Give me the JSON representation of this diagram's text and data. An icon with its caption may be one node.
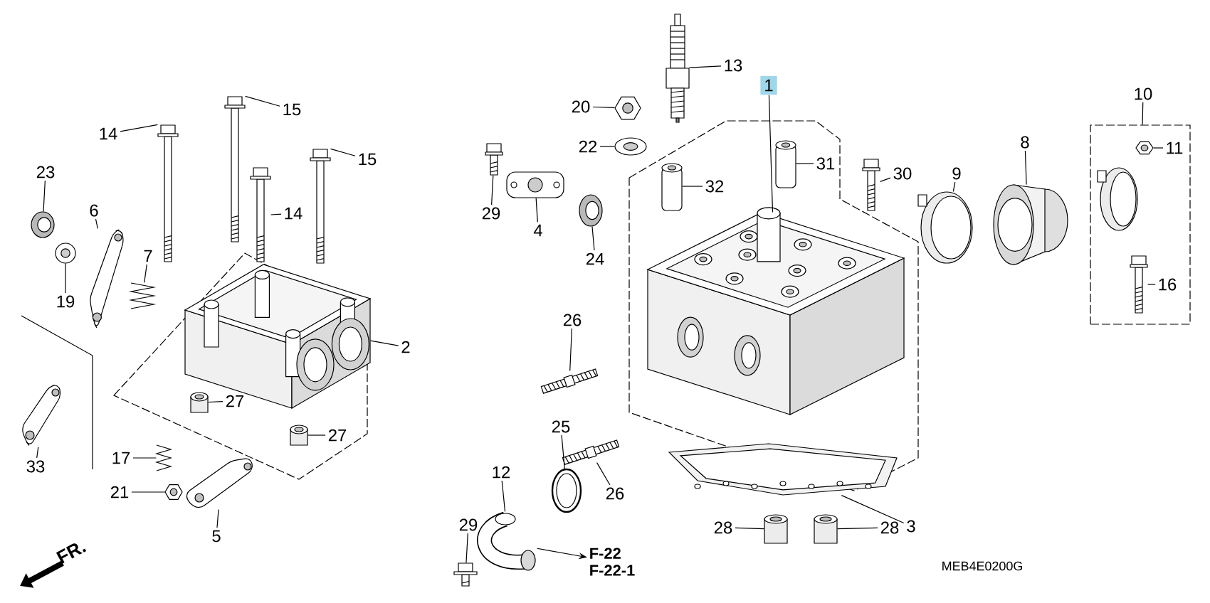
{
  "diagram": {
    "nodes": [
      {
        "text": [
          "13"
        ]
      },
      {
        "text": [],
        "shape": "picture"
      },
      {
        "text": [
          "1"
        ]
      },
      {
        "text": [],
        "shape": "picture"
      },
      {
        "text": [
          "20"
        ]
      },
      {
        "text": [],
        "shape": "picture"
      },
      {
        "text": [
          "22"
        ]
      },
      {
        "text": [],
        "shape": "picture"
      },
      {
        "text": [
          "29"
        ]
      },
      {
        "text": [],
        "shape": "picture"
      },
      {
        "text": [
          "4"
        ]
      },
      {
        "text": [],
        "shape": "picture"
      },
      {
        "text": [
          "24"
        ]
      },
      {
        "text": [],
        "shape": "picture"
      },
      {
        "text": [
          "31"
        ]
      },
      {
        "text": [],
        "shape": "cylinder"
      },
      {
        "text": [
          "32"
        ]
      },
      {
        "text": [],
        "shape": "cylinder"
      },
      {
        "text": [
          "30"
        ]
      },
      {
        "text": [],
        "shape": "picture"
      },
      {
        "text": [
          "9"
        ]
      },
      {
        "text": [],
        "shape": "picture"
      },
      {
        "text": [
          "8"
        ]
      },
      {
        "text": [],
        "shape": "picture"
      },
      {
        "text": [
          "10"
        ]
      },
      {
        "text": [],
        "shape": "box"
      },
      {
        "text": [
          "11"
        ],
        "in": 25
      },
      {
        "text": [],
        "shape": "picture",
        "in": 25
      },
      {
        "text": [
          "16"
        ],
        "in": 25
      },
      {
        "text": [],
        "shape": "picture",
        "in": 25
      },
      {
        "text": [
          "26"
        ]
      },
      {
        "text": [],
        "shape": "picture"
      },
      {
        "text": [
          "25"
        ]
      },
      {
        "text": [],
        "shape": "picture"
      },
      {
        "text": [
          "26"
        ]
      },
      {
        "text": [],
        "shape": "picture"
      },
      {
        "text": [
          "12"
        ]
      },
      {
        "text": [],
        "shape": "picture"
      },
      {
        "text": [
          "29"
        ]
      },
      {
        "text": [],
        "shape": "picture"
      },
      {
        "text": [
          "F-22",
          "F-22-1"
        ]
      },
      {
        "text": [
          "28"
        ]
      },
      {
        "text": [],
        "shape": "cylinder"
      },
      {
        "text": [
          "28"
        ]
      },
      {
        "text": [],
        "shape": "cylinder"
      },
      {
        "text": [
          "3"
        ]
      },
      {
        "text": [],
        "shape": "picture"
      },
      {
        "text": [
          "15"
        ]
      },
      {
        "text": [],
        "shape": "picture"
      },
      {
        "text": [
          "15"
        ]
      },
      {
        "text": [],
        "shape": "picture"
      },
      {
        "text": [
          "14"
        ]
      },
      {
        "text": [],
        "shape": "picture"
      },
      {
        "text": [
          "14"
        ]
      },
      {
        "text": [],
        "shape": "picture"
      },
      {
        "text": [
          "23"
        ]
      },
      {
        "text": [],
        "shape": "picture"
      },
      {
        "text": [
          "19"
        ]
      },
      {
        "text": [],
        "shape": "picture"
      },
      {
        "text": [
          "6"
        ]
      },
      {
        "text": [],
        "shape": "picture"
      },
      {
        "text": [
          "7"
        ]
      },
      {
        "text": [],
        "shape": "picture"
      },
      {
        "text": [
          "2"
        ]
      },
      {
        "text": [],
        "shape": "picture"
      },
      {
        "text": [
          "27"
        ]
      },
      {
        "text": [],
        "shape": "cylinder"
      },
      {
        "text": [
          "27"
        ]
      },
      {
        "text": [],
        "shape": "cylinder"
      },
      {
        "text": [
          "33"
        ]
      },
      {
        "text": [],
        "shape": "picture"
      },
      {
        "text": [
          "17"
        ]
      },
      {
        "text": [],
        "shape": "picture"
      },
      {
        "text": [
          "21"
        ]
      },
      {
        "text": [],
        "shape": "picture"
      },
      {
        "text": [
          "5"
        ]
      },
      {
        "text": [],
        "shape": "picture"
      }
    ],
    "edges": [
      {
        "from": 0,
        "to": 1,
        "arrow": "none"
      },
      {
        "from": 2,
        "to": 3,
        "arrow": "none"
      },
      {
        "from": 4,
        "to": 5,
        "arrow": "none"
      },
      {
        "from": 6,
        "to": 7,
        "arrow": "none"
      },
      {
        "from": 8,
        "to": 9,
        "arrow": "none"
      },
      {
        "from": 10,
        "to": 11,
        "arrow": "none"
      },
      {
        "from": 12,
        "to": 13,
        "arrow": "none"
      },
      {
        "from": 14,
        "to": 15,
        "arrow": "none"
      },
      {
        "from": 16,
        "to": 17,
        "arrow": "none"
      },
      {
        "from": 18,
        "to": 19,
        "arrow": "none"
      },
      {
        "from": 20,
        "to": 21,
        "arrow": "none"
      },
      {
        "from": 22,
        "to": 23,
        "arrow": "none"
      },
      {
        "from": 24,
        "to": 25,
        "arrow": "none"
      },
      {
        "from": 26,
        "to": 27,
        "arrow": "none"
      },
      {
        "from": 28,
        "to": 29,
        "arrow": "none"
      },
      {
        "from": 30,
        "to": 31,
        "arrow": "none"
      },
      {
        "from": 32,
        "to": 33,
        "arrow": "none"
      },
      {
        "from": 34,
        "to": 35,
        "arrow": "none"
      },
      {
        "from": 36,
        "to": 37,
        "arrow": "none"
      },
      {
        "from": 38,
        "to": 39,
        "arrow": "none"
      },
      {
        "from": 37,
        "to": 40,
        "arrow": "to"
      },
      {
        "from": 41,
        "to": 42,
        "arrow": "none"
      },
      {
        "from": 43,
        "to": 44,
        "arrow": "none"
      },
      {
        "from": 45,
        "to": 46,
        "arrow": "none"
      },
      {
        "from": 47,
        "to": 48,
        "arrow": "none"
      },
      {
        "from": 49,
        "to": 50,
        "arrow": "none"
      },
      {
        "from": 51,
        "to": 52,
        "arrow": "none"
      },
      {
        "from": 53,
        "to": 54,
        "arrow": "none"
      },
      {
        "from": 55,
        "to": 56,
        "arrow": "none"
      },
      {
        "from": 57,
        "to": 58,
        "arrow": "none"
      },
      {
        "from": 59,
        "to": 60,
        "arrow": "none"
      },
      {
        "from": 61,
        "to": 62,
        "arrow": "none"
      },
      {
        "from": 63,
        "to": 64,
        "arrow": "none"
      },
      {
        "from": 65,
        "to": 66,
        "arrow": "none"
      },
      {
        "from": 67,
        "to": 68,
        "arrow": "none"
      },
      {
        "from": 69,
        "to": 70,
        "arrow": "none"
      },
      {
        "from": 71,
        "to": 72,
        "arrow": "none"
      },
      {
        "from": 73,
        "to": 74,
        "arrow": "none"
      },
      {
        "from": 75,
        "to": 76,
        "arrow": "none"
      }
    ],
    "labels": [
      "FR.",
      "MEB4E0200G"
    ]
  }
}
